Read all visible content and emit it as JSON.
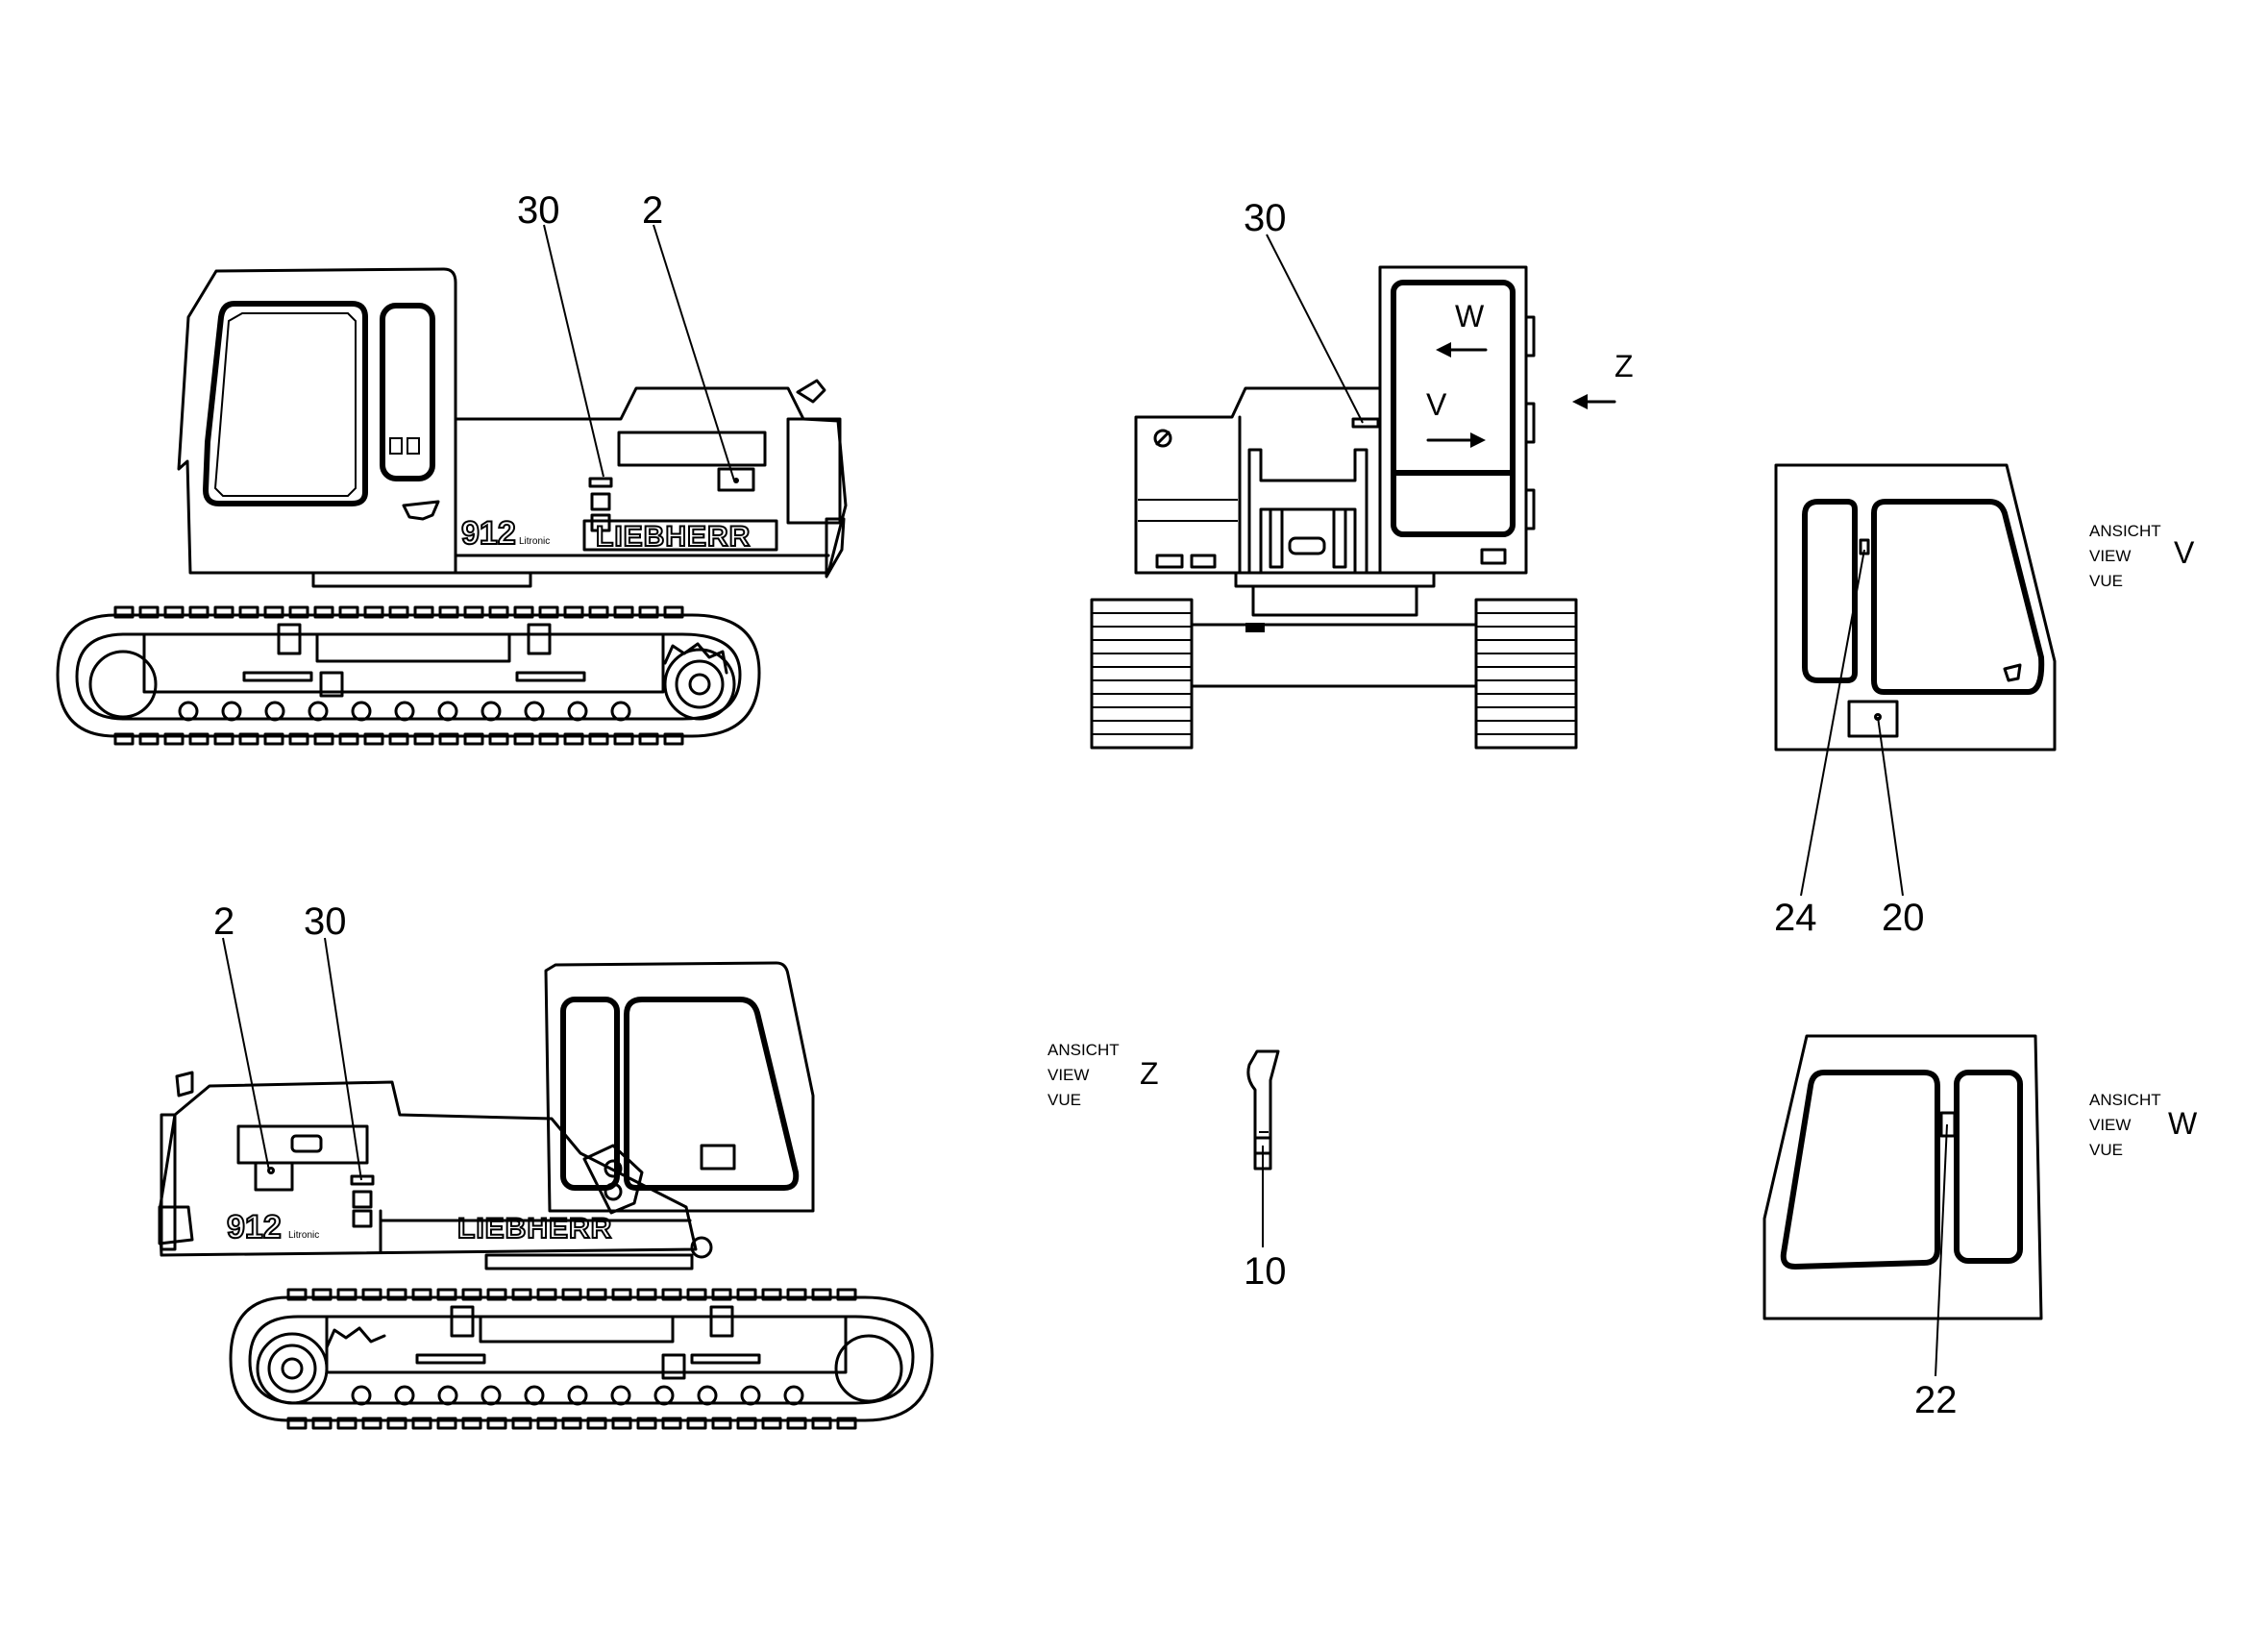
{
  "callouts": {
    "side1_30": "30",
    "side1_2": "2",
    "rear_30": "30",
    "view_v_24": "24",
    "view_v_20": "20",
    "side2_2": "2",
    "side2_30": "30",
    "view_z_10": "10",
    "view_w_22": "22"
  },
  "rear_letters": {
    "w": "W",
    "v": "V",
    "z": "Z"
  },
  "views": {
    "v": {
      "line1": "ANSICHT",
      "line2": "VIEW",
      "line3": "VUE",
      "letter": "V"
    },
    "z": {
      "line1": "ANSICHT",
      "line2": "VIEW",
      "line3": "VUE",
      "letter": "Z"
    },
    "w": {
      "line1": "ANSICHT",
      "line2": "VIEW",
      "line3": "VUE",
      "letter": "W"
    }
  },
  "machine": {
    "brand": "LIEBHERR",
    "model": "912",
    "variant": "Litronic"
  },
  "colors": {
    "line": "#000000",
    "background": "#ffffff"
  }
}
